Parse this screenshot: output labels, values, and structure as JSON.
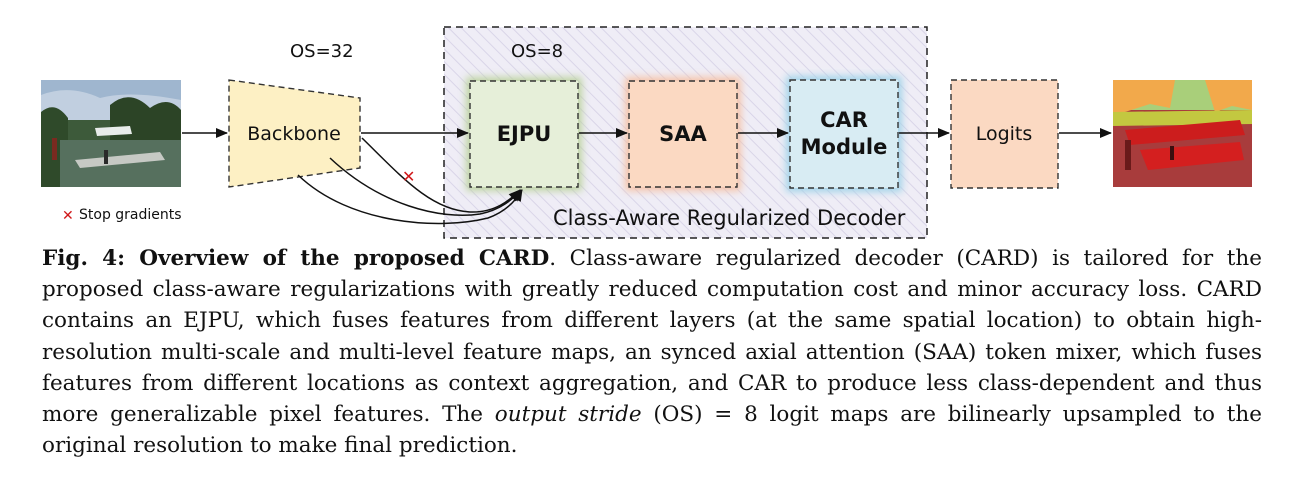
{
  "diagram": {
    "os32_label": "OS=32",
    "os8_label": "OS=8",
    "backbone_label": "Backbone",
    "ejpu_label": "EJPU",
    "saa_label": "SAA",
    "car_label_line1": "CAR",
    "car_label_line2": "Module",
    "logits_label": "Logits",
    "decoder_label": "Class-Aware Regularized Decoder",
    "stop_gradients_legend": "Stop gradients",
    "colors": {
      "backbone_fill": "#fdf0c4",
      "ejpu_fill": "#e6efd9",
      "ejpu_glow": "#b9d29a",
      "saa_fill": "#fbd9c2",
      "saa_glow": "#f7c0a0",
      "car_fill": "#d8ecf3",
      "car_glow": "#9fd3e8",
      "logits_fill": "#fbd9c2",
      "decoder_bg": "#ecebf4",
      "stop_mark": "#d0181a"
    }
  },
  "caption": {
    "fig_label": "Fig. 4",
    "title": "Overview of the proposed CARD",
    "part1": ". Class-aware regularized decoder (CARD) is tailored for the proposed class-aware regularizations with greatly reduced computation cost and minor accuracy loss. CARD contains an EJPU, which fuses features from different layers (at the same spatial location) to obtain high-resolution multi-scale and multi-level feature maps, an synced axial attention (SAA) token mixer, which fuses features from different locations as context aggregation, and CAR to produce less class-dependent and thus more generalizable pixel features. The ",
    "emph": "output stride",
    "part2": " (OS) = 8 logit maps are bilinearly upsampled to the original resolution to make final prediction."
  }
}
